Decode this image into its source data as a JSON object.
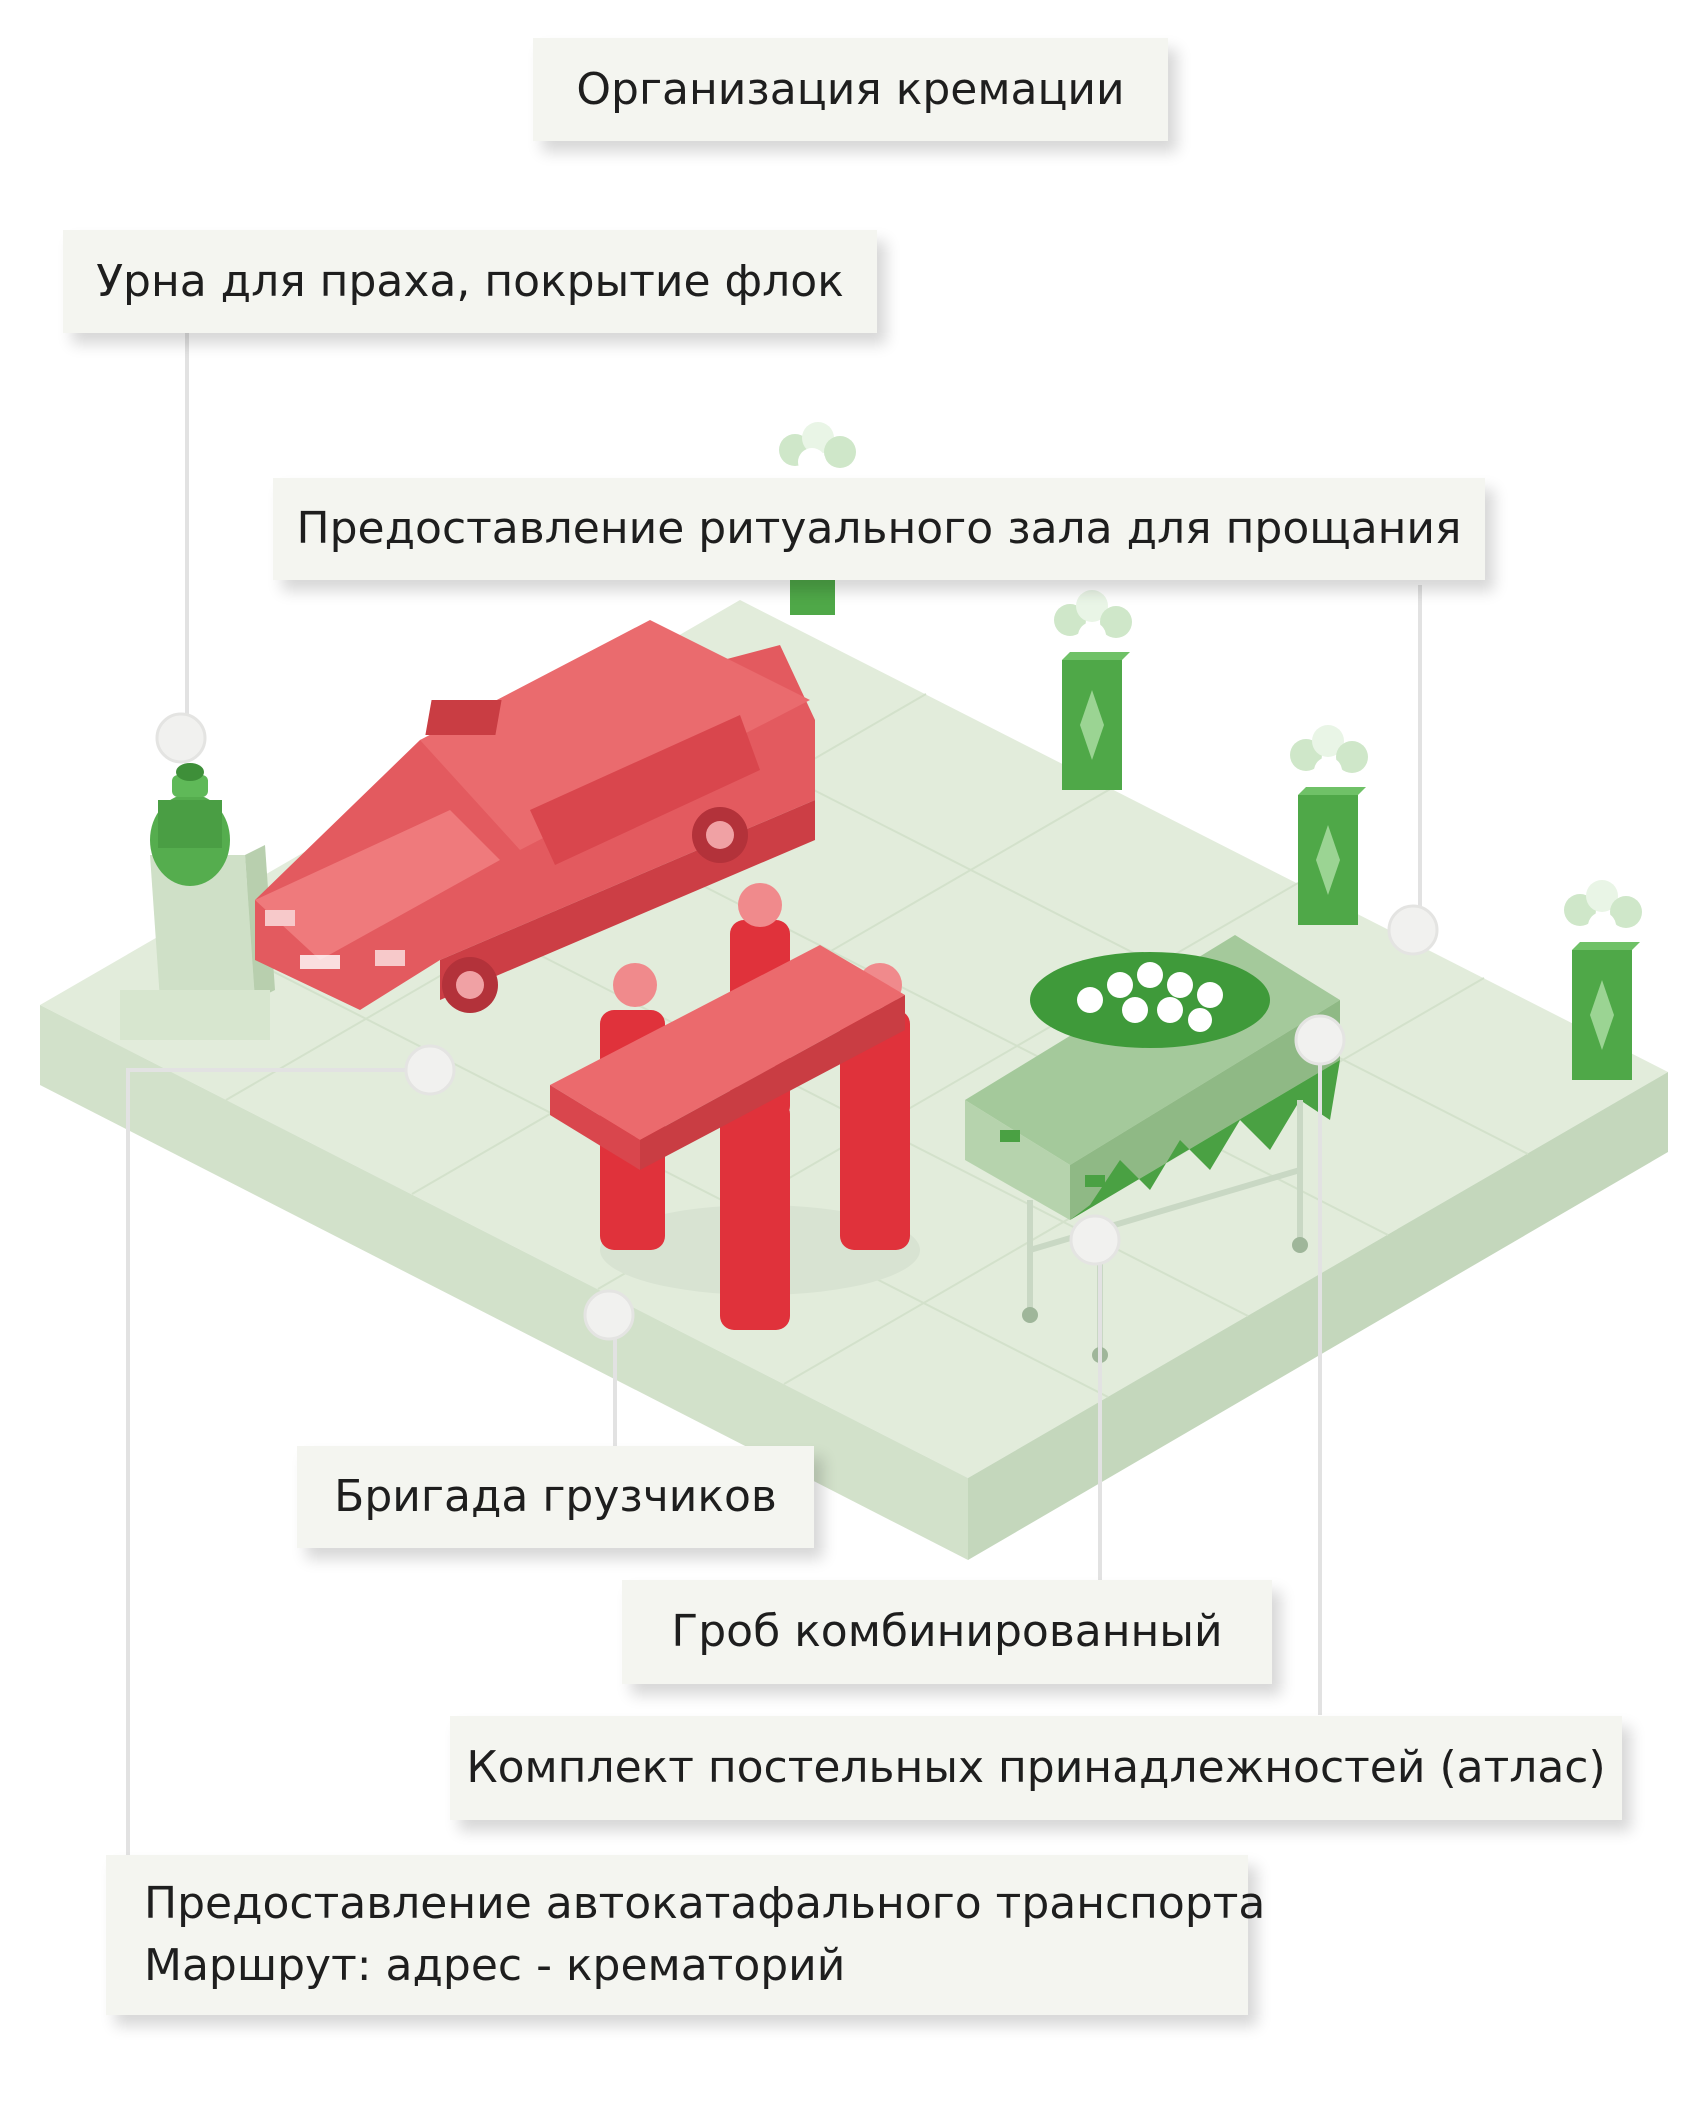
{
  "title": "Организация кремации",
  "labels": {
    "urn": "Урна для праха, покрытие флок",
    "hall": "Предоставление ритуального зала для прощания",
    "crew": "Бригада грузчиков",
    "coffin": "Гроб комбинированный",
    "bedding": "Комплект постельных принадлежностей (атлас)",
    "transport_line1": "Предоставление автокатафального транспорта",
    "transport_line2": "Маршрут: адрес - крематорий"
  },
  "colors": {
    "label_bg": "#f4f5f0",
    "floor": "#dde9d6",
    "green": "#4aa84a",
    "red": "#e8525a",
    "leader": "#e2e2e2"
  }
}
